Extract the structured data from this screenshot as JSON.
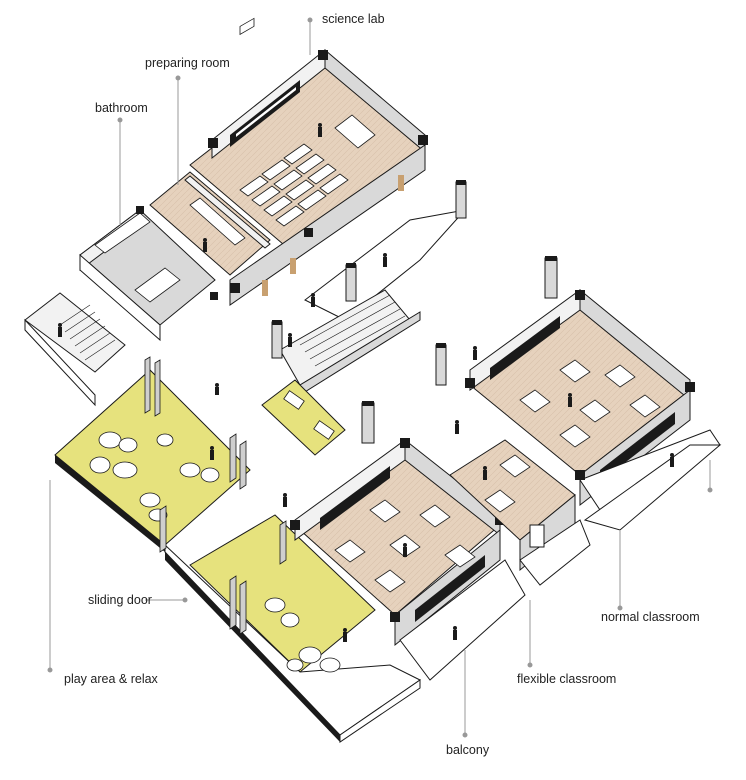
{
  "labels": {
    "science_lab": "science lab",
    "preparing_room": "preparing room",
    "bathroom": "bathroom",
    "sliding_door": "sliding door",
    "play_area": "play area & relax",
    "balcony": "balcony",
    "flexible_classroom": "flexible classroom",
    "normal_classroom": "normal classroom"
  },
  "colors": {
    "wall_light": "#f2f2f2",
    "wall_side": "#d9d9d9",
    "wall_dark": "#bfbfbf",
    "floor_wood": "#e6d2bd",
    "floor_yellow": "#e6e27d",
    "outline": "#1a1a1a",
    "leader": "#999999"
  }
}
